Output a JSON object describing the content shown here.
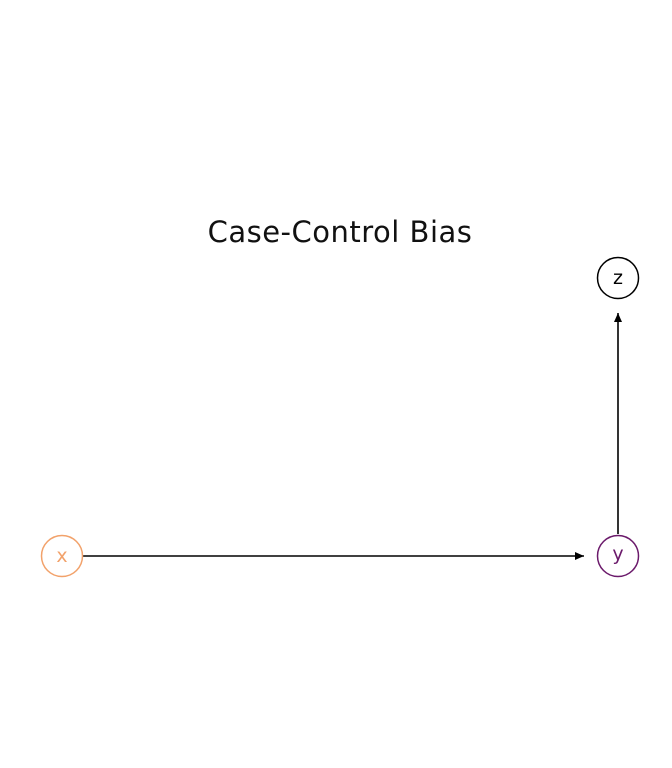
{
  "title": "Case-Control Bias",
  "nodes": [
    {
      "id": "x",
      "label": "x",
      "color": "#f2a26b"
    },
    {
      "id": "y",
      "label": "y",
      "color": "#6b1a6b"
    },
    {
      "id": "z",
      "label": "z",
      "color": "#000000"
    }
  ],
  "edges": [
    {
      "from": "x",
      "to": "y"
    },
    {
      "from": "y",
      "to": "z"
    }
  ],
  "colors": {
    "edge": "#000000",
    "background": "#ffffff"
  }
}
